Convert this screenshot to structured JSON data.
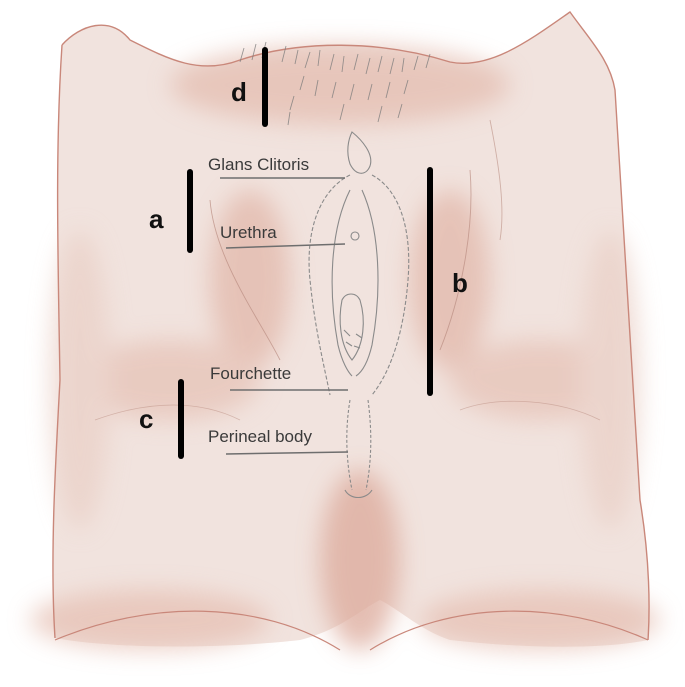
{
  "diagram": {
    "anatomy_labels": {
      "glans_clitoris": "Glans Clitoris",
      "urethra": "Urethra",
      "fourchette": "Fourchette",
      "perineal_body": "Perineal body"
    },
    "measurement_letters": {
      "a": "a",
      "b": "b",
      "c": "c",
      "d": "d"
    },
    "colors": {
      "skin": "#eedbd4",
      "shadow": "#d9a898",
      "outline": "#c9877a",
      "sketch": "#8a8a8a",
      "bar": "#000000",
      "leader": "#6e6e6e"
    }
  }
}
